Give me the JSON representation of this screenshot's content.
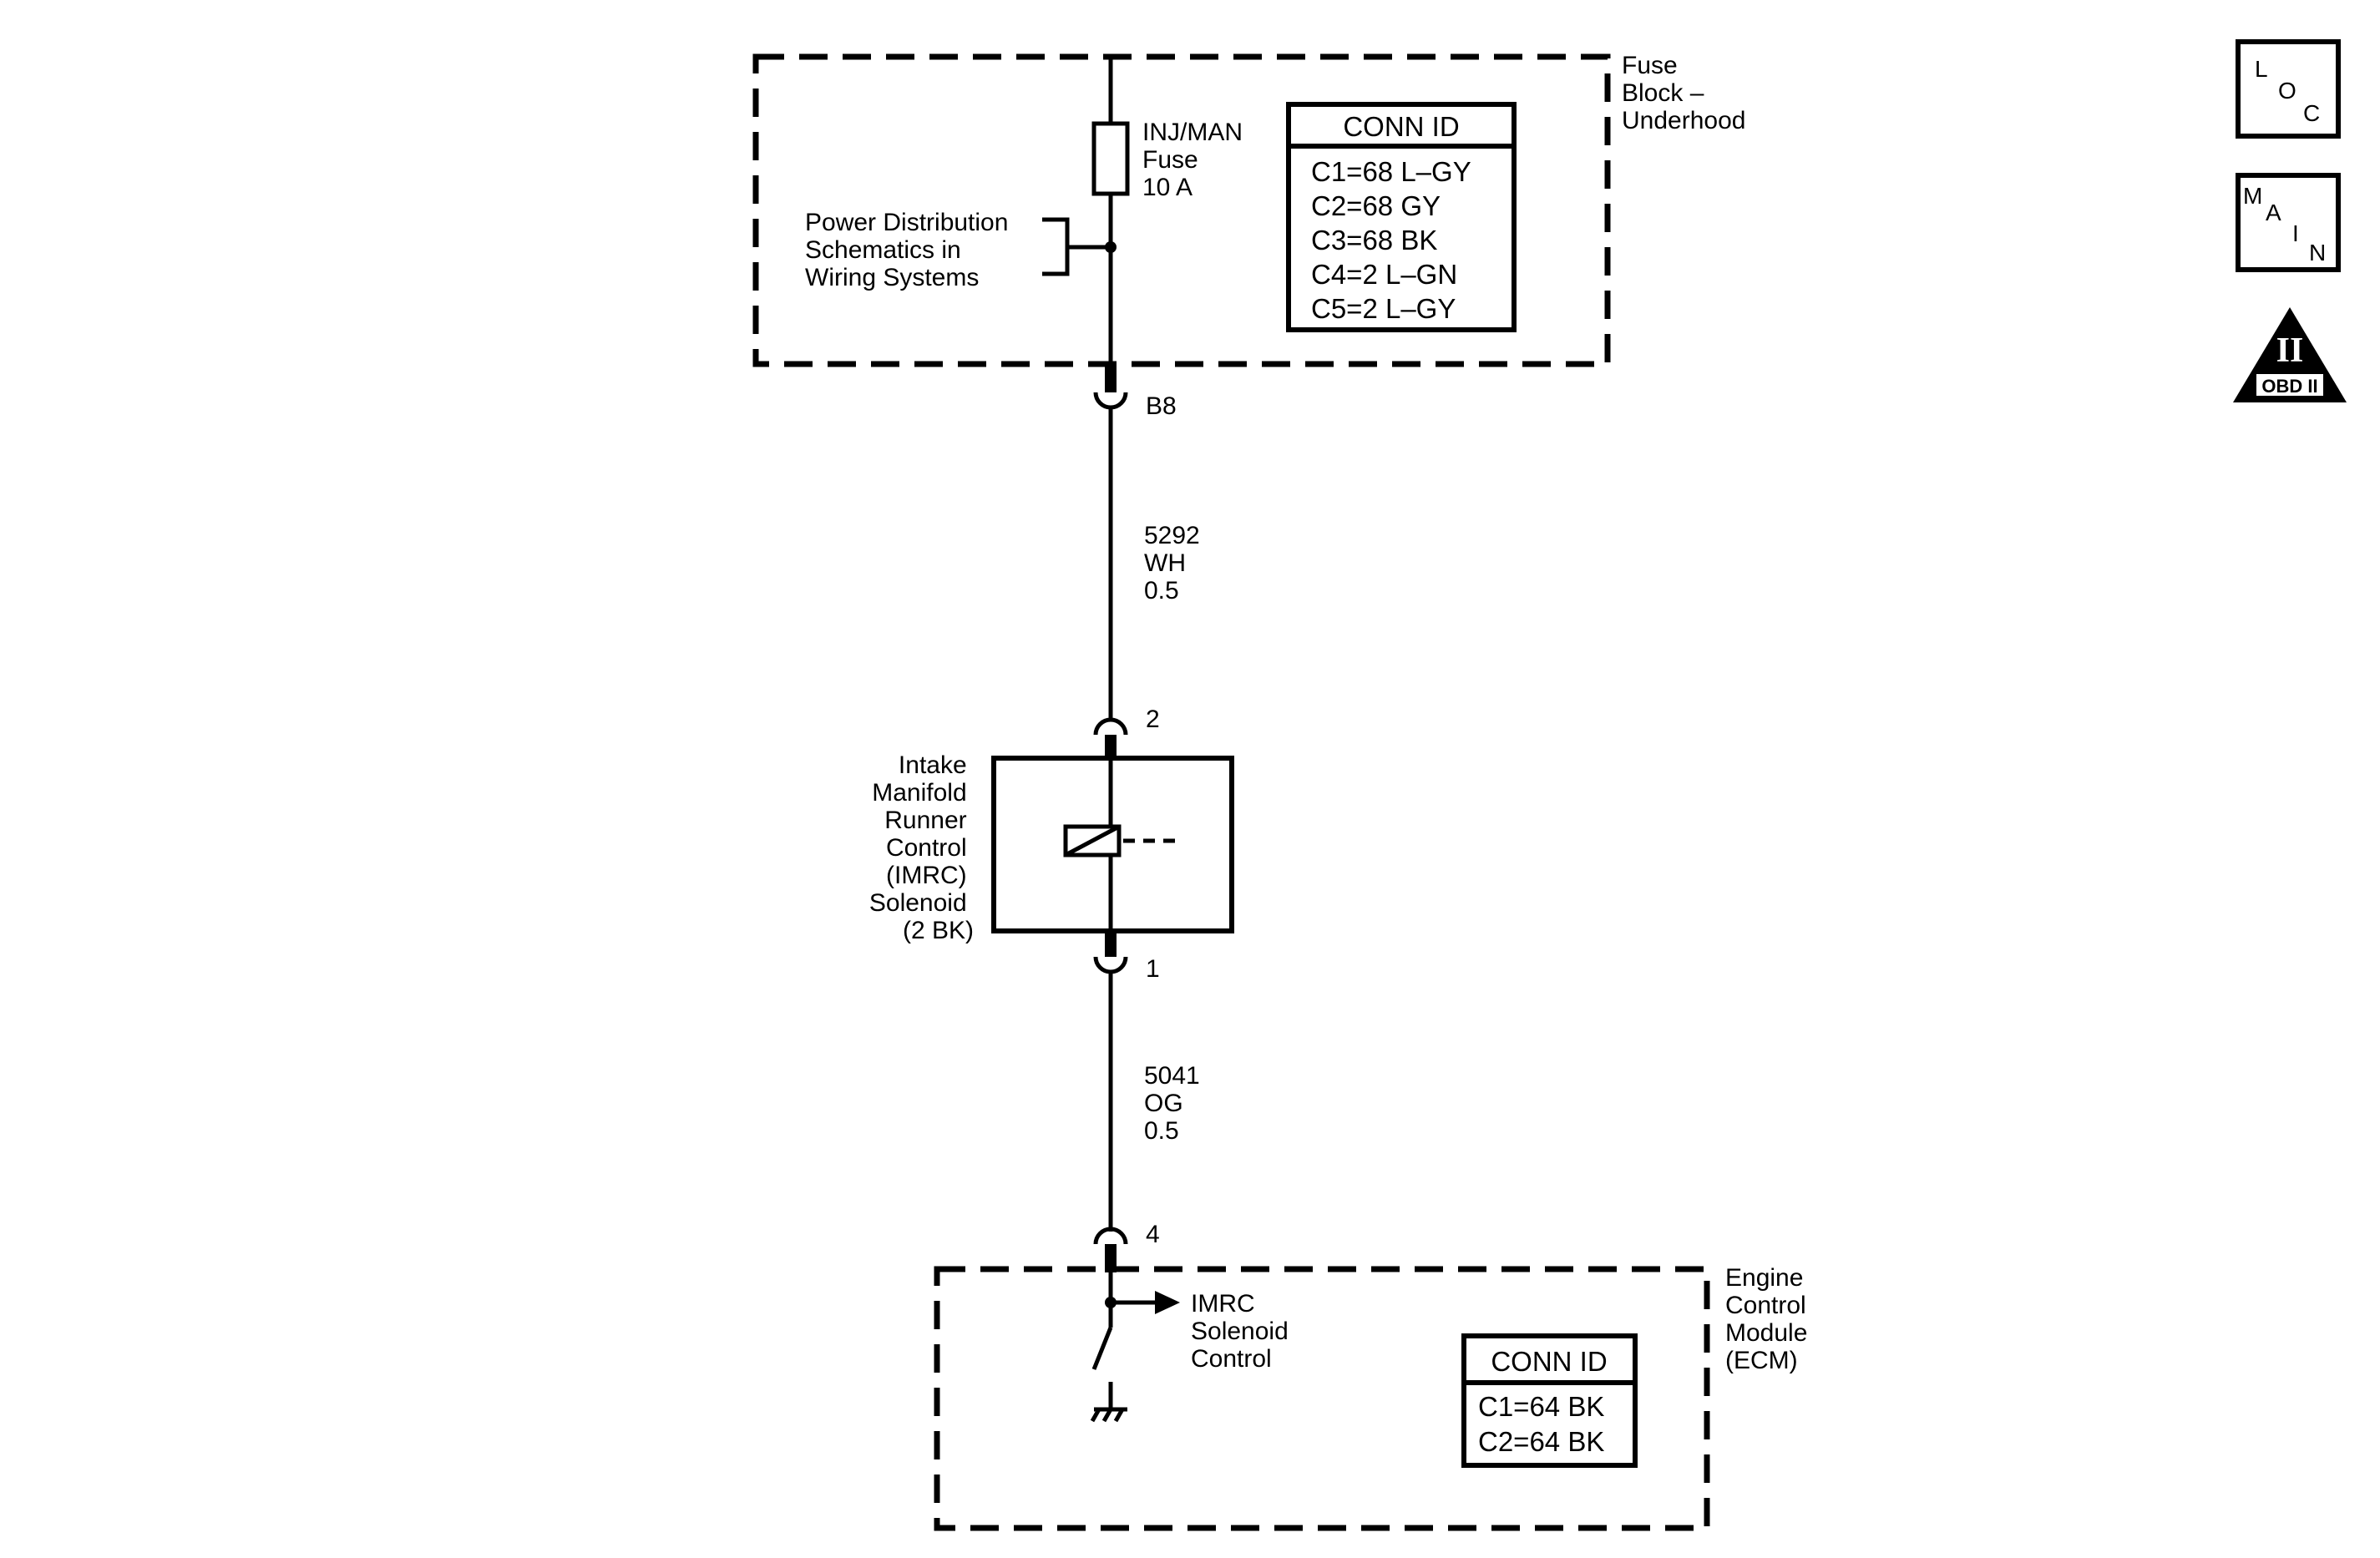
{
  "fuse_block": {
    "name_lines": [
      "Fuse",
      "Block –",
      "Underhood"
    ],
    "fuse_label_lines": [
      "INJ/MAN",
      "Fuse",
      "10 A"
    ],
    "power_ref_lines": [
      "Power Distribution",
      "Schematics in",
      "Wiring Systems"
    ],
    "conn_id": {
      "title": "CONN ID",
      "rows": [
        "C1=68 L–GY",
        "C2=68 GY",
        "C3=68 BK",
        "C4=2 L–GN",
        "C5=2 L–GY"
      ]
    }
  },
  "connectors": {
    "b8": "B8",
    "pin2": "2",
    "pin1": "1",
    "pin4": "4"
  },
  "wires": {
    "upper": [
      "5292",
      "WH",
      "0.5"
    ],
    "lower": [
      "5041",
      "OG",
      "0.5"
    ]
  },
  "solenoid": {
    "name_lines": [
      "Intake",
      "Manifold",
      "Runner",
      "Control",
      "(IMRC)",
      "Solenoid",
      "(2 BK)"
    ]
  },
  "ecm": {
    "name_lines": [
      "Engine",
      "Control",
      "Module",
      "(ECM)"
    ],
    "signal_lines": [
      "IMRC",
      "Solenoid",
      "Control"
    ],
    "conn_id": {
      "title": "CONN ID",
      "rows": [
        "C1=64 BK",
        "C2=64 BK"
      ]
    }
  },
  "nav": {
    "loc_letters": [
      "L",
      "O",
      "C"
    ],
    "main_letters": [
      "M",
      "A",
      "I",
      "N"
    ],
    "obd_roman": "II",
    "obd_label": "OBD II"
  }
}
